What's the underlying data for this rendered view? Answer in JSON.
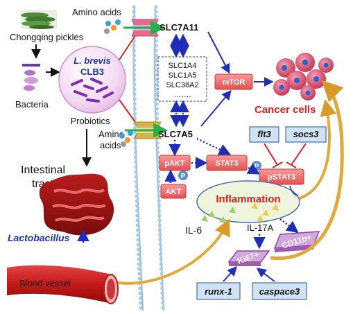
{
  "food": {
    "label": "Chongqing pickles"
  },
  "bacteria": {
    "label": "Bacteria"
  },
  "probiotic": {
    "species": "L. brevis",
    "strain": "CLB3",
    "label": "Probiotics"
  },
  "amino_acids": {
    "top": "Amino acids",
    "bottom_line1": "Amino",
    "bottom_line2": "acids"
  },
  "transporters": {
    "slc7a11": "SLC7A11",
    "slc7a5": "SLC7A5",
    "group": [
      "SLC1A4",
      "SLC1A5",
      "SLC38A2",
      "……."
    ]
  },
  "signaling": {
    "mtor": "mTOR",
    "pakt": "pAKT",
    "akt": "AKT",
    "p_badge": "P",
    "stat3": "STAT3",
    "pstat3": "pSTAT3",
    "flt3": "flt3",
    "socs3": "socs3"
  },
  "outcome": {
    "cancer": "Cancer cells"
  },
  "inflammation": {
    "label": "Inflammation",
    "il6": "IL-6",
    "il17a": "IL-17A"
  },
  "markers": {
    "ki67": "Ki67+",
    "cd11b": "CD11b+"
  },
  "genes": {
    "runx1": "runx-1",
    "caspace3": "caspace3"
  },
  "gut": {
    "intestinal_line1": "Intestinal",
    "intestinal_line2": "tract",
    "lactobacillus": "Lactobacillus"
  },
  "vessel": {
    "label": "Blood vessel"
  },
  "colors": {
    "pink_box": "#f06d6d",
    "blue_arrow": "#1f2db8",
    "red_arrow": "#e02020",
    "flt3_box": "#cfe3f4",
    "purple_marker": "#b27bc0",
    "gold_arrow": "#e0a93a"
  }
}
